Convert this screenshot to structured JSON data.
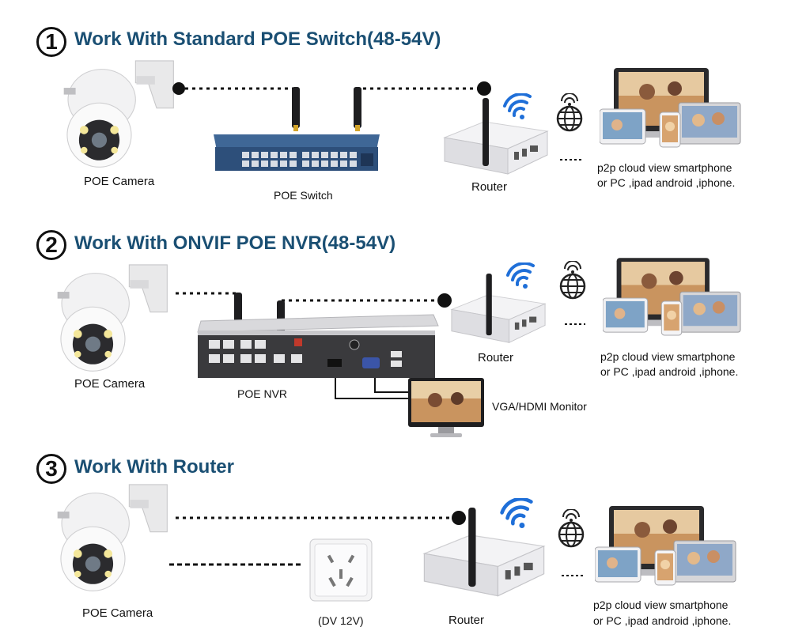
{
  "sections": [
    {
      "number": "1",
      "title": "Work With Standard POE Switch(48-54V)",
      "camera_label": "POE Camera",
      "device_label": "POE Switch",
      "router_label": "Router",
      "cloud_caption_line1": "p2p cloud view smartphone",
      "cloud_caption_line2": "or PC ,ipad android ,iphone."
    },
    {
      "number": "2",
      "title": "Work With ONVIF POE NVR(48-54V)",
      "camera_label": "POE Camera",
      "device_label": "POE NVR",
      "router_label": "Router",
      "monitor_label": "VGA/HDMI Monitor",
      "cloud_caption_line1": "p2p cloud view smartphone",
      "cloud_caption_line2": "or PC ,ipad android ,iphone."
    },
    {
      "number": "3",
      "title": "Work With Router",
      "camera_label": "POE Camera",
      "device_label": "(DV 12V)",
      "router_label": "Router",
      "cloud_caption_line1": "p2p cloud view smartphone",
      "cloud_caption_line2": "or PC ,ipad android ,iphone."
    }
  ],
  "colors": {
    "title": "#1a4f73",
    "wifi": "#1f6fd8",
    "switch_body": "#2d4f7a",
    "dotted_line": "#111111"
  },
  "icons": [
    "camera-icon",
    "switch-icon",
    "nvr-icon",
    "router-icon",
    "wifi-icon",
    "globe-icon",
    "device-group-icon",
    "monitor-icon",
    "power-socket-icon"
  ]
}
